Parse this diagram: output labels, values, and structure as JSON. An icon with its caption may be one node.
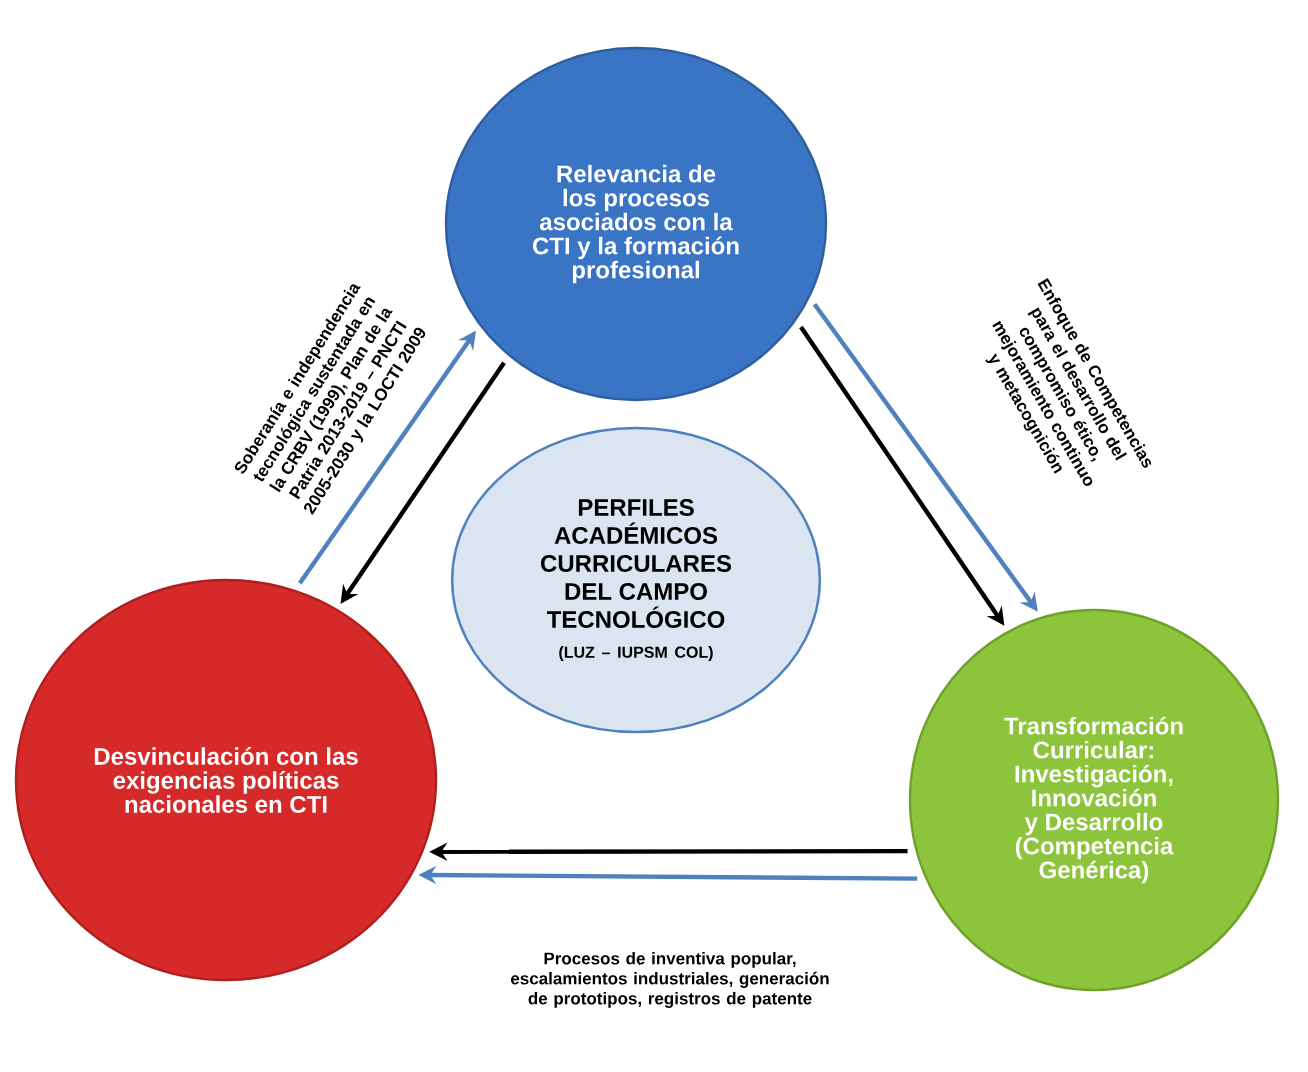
{
  "diagram": {
    "nodes": [
      {
        "text": [
          "Relevancia de los procesos asociados con la CTI y la formación profesional"
        ]
      },
      {
        "text": [
          "PERFILES ACADÉMICOS CURRICULARES DEL CAMPO TECNOLÓGICO",
          "(LUZ – IUPSM COL)"
        ]
      },
      {
        "text": [
          "Desvinculación con las exigencias políticas nacionales en CTI"
        ]
      },
      {
        "text": [
          "Transformación Curricular: Investigación, Innovación y Desarrollo (Competencia Genérica)"
        ]
      }
    ],
    "edges": [
      {
        "from": 0,
        "to": 2,
        "arrow": "to"
      },
      {
        "from": 2,
        "to": 0,
        "arrow": "to",
        "color": "#4f81bd",
        "label": "Soberanía e independencia tecnológica sustentada en la CRBV (1999), Plan de la Patria 2013-2019 – PNCTI 2005-2030 y la LOCTI 2009"
      },
      {
        "from": 0,
        "to": 3,
        "arrow": "to"
      },
      {
        "from": 0,
        "to": 3,
        "arrow": "to",
        "color": "#4f81bd",
        "label": "Enfoque de Competencias para el desarrollo del compromiso ético, mejoramiento continuo y metacognición"
      },
      {
        "from": 3,
        "to": 2,
        "arrow": "to"
      },
      {
        "from": 3,
        "to": 2,
        "arrow": "to",
        "color": "#4f81bd",
        "label": "Procesos de inventiva popular, escalamientos industriales, generación de prototipos, registros de patente"
      }
    ]
  }
}
